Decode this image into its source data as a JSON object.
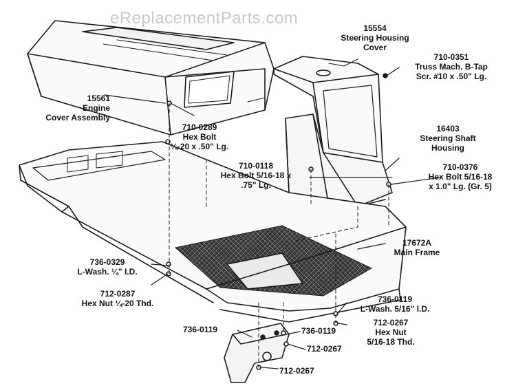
{
  "watermark": "eReplacementParts.com",
  "labels": {
    "engine_cover": {
      "part": "15561",
      "lines": [
        "Engine",
        "Cover Assembly"
      ]
    },
    "steering_cover": {
      "part": "15554",
      "lines": [
        "Steering Housing",
        "Cover"
      ]
    },
    "truss_screw": {
      "part": "710-0351",
      "lines": [
        "Truss Mach. B-Tap",
        "Scr. #10 x .50\" Lg."
      ]
    },
    "hex_bolt_a": {
      "part": "710-0289",
      "lines": [
        "Hex Bolt",
        "¼-20 x .50\" Lg."
      ]
    },
    "steering_shaft": {
      "part": "16403",
      "lines": [
        "Steering Shaft",
        "Housing"
      ]
    },
    "hex_bolt_b": {
      "part": "710-0118",
      "lines": [
        "Hex Bolt 5/16-18 x",
        ".75\" Lg."
      ]
    },
    "hex_bolt_c": {
      "part": "710-0376",
      "lines": [
        "Hex Bolt 5/16-18",
        "x 1.0\" Lg. (Gr. 5)"
      ]
    },
    "main_frame": {
      "part": "17672A",
      "lines": [
        "Main Frame"
      ]
    },
    "lwash_a": {
      "part": "736-0329",
      "lines": [
        "L-Wash. ¼\" I.D."
      ]
    },
    "hex_nut_a": {
      "part": "712-0287",
      "lines": [
        "Hex Nut ¼-20 Thd."
      ]
    },
    "lwash_b": {
      "part": "736-0119",
      "lines": [
        "L-Wash. 5/16\" I.D."
      ]
    },
    "hex_nut_b": {
      "part": "712-0267",
      "lines": [
        "Hex Nut",
        "5/16-18 Thd."
      ]
    },
    "washer_left": {
      "part": "736-0119"
    },
    "washer_right": {
      "part": "736-0119"
    },
    "nut_right": {
      "part": "712-0267"
    },
    "nut_bottom": {
      "part": "712-0267"
    }
  }
}
